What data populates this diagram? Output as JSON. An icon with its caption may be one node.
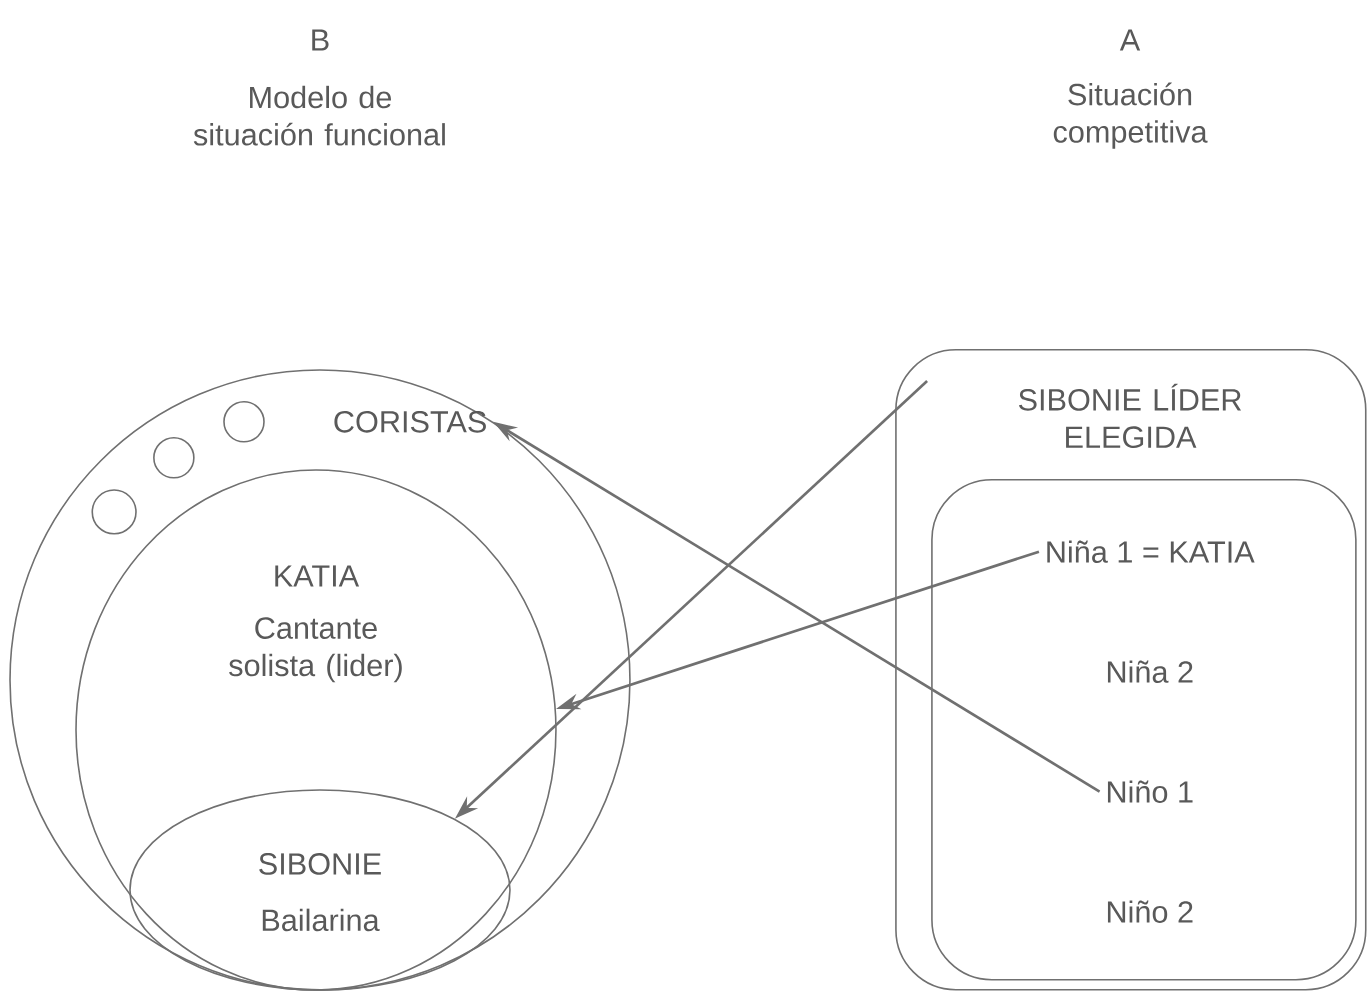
{
  "diagram": {
    "nodes": [
      {
        "text": [],
        "shape": "circle"
      },
      {
        "text": [
          "CORISTAS"
        ],
        "in": 0
      },
      {
        "text": [
          "KATIA",
          "Cantante solista (lider)"
        ],
        "in": 0
      },
      {
        "text": [
          "SIBONIE",
          "Bailarina"
        ],
        "in": 2
      },
      {
        "text": [
          "SIBONIE LÍDER ELEGIDA"
        ]
      },
      {
        "text": [],
        "shape": "box",
        "in": 4
      },
      {
        "text": [
          "Niña 1 = KATIA"
        ],
        "in": 5
      },
      {
        "text": [
          "Niña 2"
        ],
        "in": 5
      },
      {
        "text": [
          "Niño 1"
        ],
        "in": 5
      },
      {
        "text": [
          "Niño 2"
        ],
        "in": 5
      }
    ],
    "edges": [
      {
        "from": 4,
        "to": 3,
        "arrow": "to"
      },
      {
        "from": 6,
        "to": 2,
        "arrow": "to"
      },
      {
        "from": 8,
        "to": 1,
        "arrow": "to"
      }
    ],
    "labels": [
      "B",
      "Modelo de situación funcional",
      "A",
      "Situación competitiva"
    ]
  }
}
